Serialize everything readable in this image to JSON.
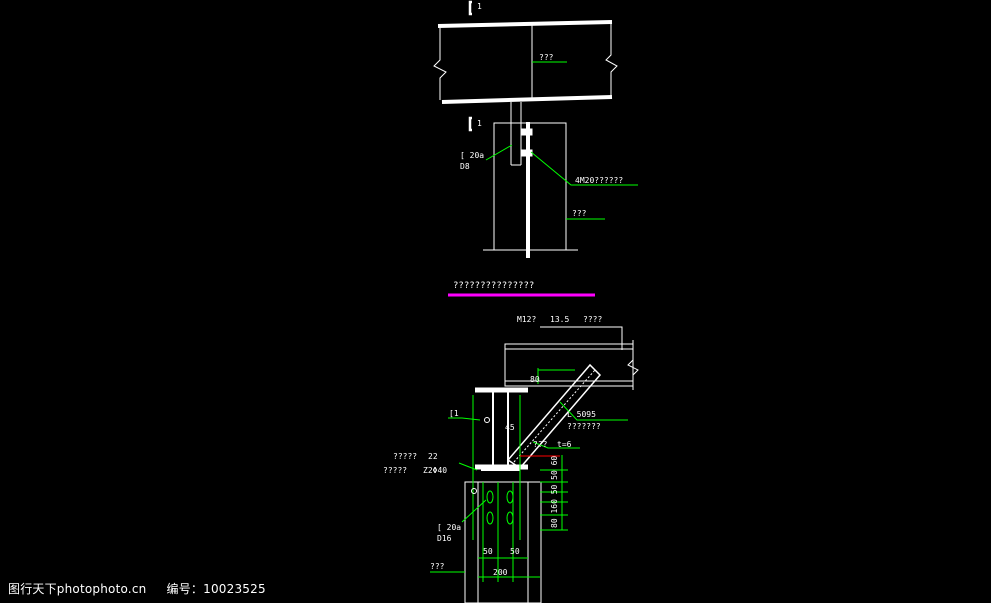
{
  "drawing": {
    "colors": {
      "background": "#000000",
      "line": "#ffffff",
      "leader": "#00ff00",
      "title_bar": "#ff00ff",
      "accent_red": "#ff0000"
    },
    "top_view": {
      "section_mark_top": "1",
      "section_mark_mid": "1",
      "beam_label": "???",
      "channel_label": "[ 20a",
      "plate_label": "D8",
      "bolt_label": "4M20??????",
      "column_label": "???"
    },
    "title": "???????????????",
    "bottom_view": {
      "bolt_spec": "M12?",
      "bolt_dim": "13.5",
      "beam_label": "????",
      "brace_length": "L  5095",
      "brace_label": "???????",
      "angle": "45",
      "brace_dim": "80",
      "plate_label": "???",
      "plate_thk": "t=6",
      "section_mark": "[1",
      "stiffener_label": "?????",
      "stiffener_no": "22",
      "stiffener_label2": "?????",
      "stiffener_spec": "Z2Φ40",
      "channel_label": "[ 20a",
      "plate_label2": "D16",
      "column_label": "???",
      "dim_50_left": "50",
      "dim_50_right": "50",
      "dim_200": "200",
      "vertical_dims": "80 160 50 50 60"
    }
  },
  "watermark": {
    "left": "图行天下photophoto.cn",
    "id_label": "编号：10023525"
  }
}
